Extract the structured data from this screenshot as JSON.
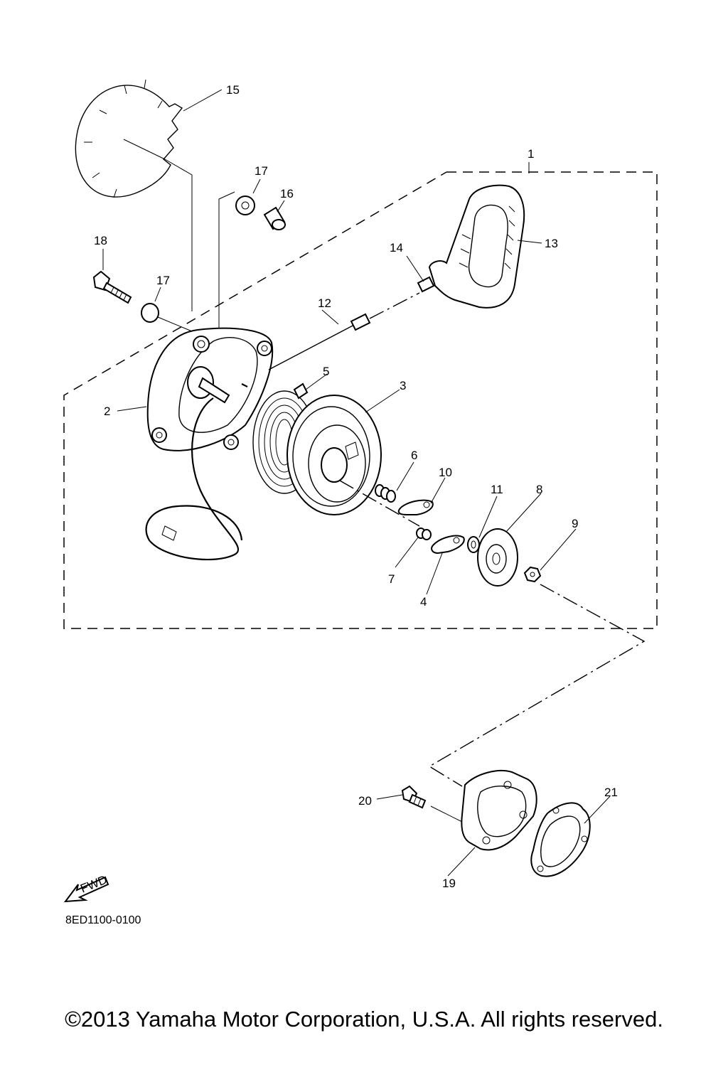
{
  "diagram": {
    "callouts": [
      "1",
      "2",
      "3",
      "4",
      "5",
      "6",
      "7",
      "8",
      "9",
      "10",
      "11",
      "12",
      "13",
      "14",
      "15",
      "16",
      "17",
      "17",
      "18",
      "19",
      "20",
      "21"
    ],
    "fwd_label": "FWD",
    "drawing_code": "8ED1100-0100"
  },
  "footer": {
    "copyright": "©2013 Yamaha Motor Corporation, U.S.A. All rights reserved."
  }
}
